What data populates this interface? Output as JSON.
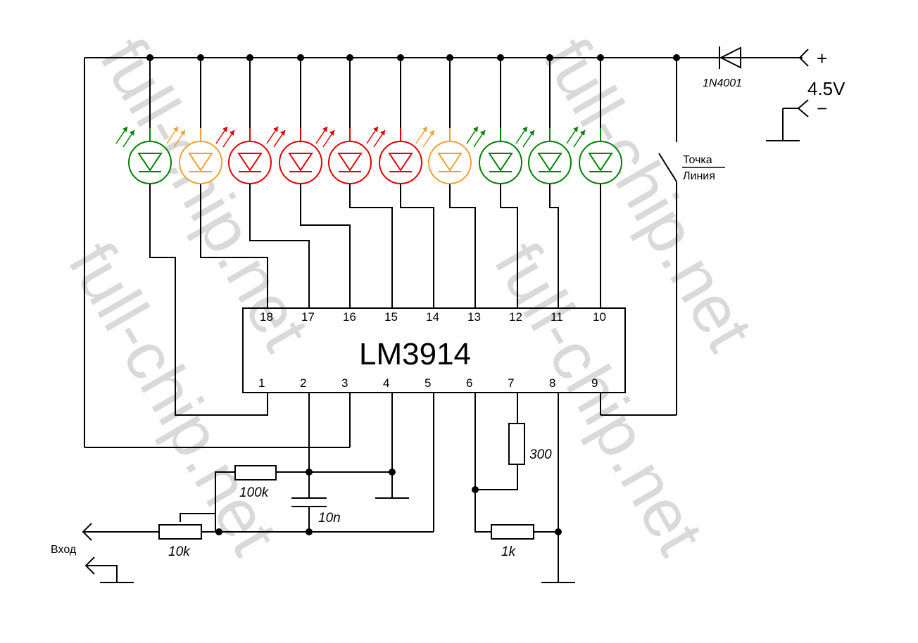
{
  "watermark": "full-chip.net",
  "ic": {
    "name": "LM3914",
    "pins_top": [
      "18",
      "17",
      "16",
      "15",
      "14",
      "13",
      "12",
      "11",
      "10"
    ],
    "pins_bottom": [
      "1",
      "2",
      "3",
      "4",
      "5",
      "6",
      "7",
      "8",
      "9"
    ]
  },
  "leds": [
    {
      "color": "#008000"
    },
    {
      "color": "#f0a030"
    },
    {
      "color": "#e00000"
    },
    {
      "color": "#e00000"
    },
    {
      "color": "#e00000"
    },
    {
      "color": "#e00000"
    },
    {
      "color": "#f0a030"
    },
    {
      "color": "#008000"
    },
    {
      "color": "#008000"
    },
    {
      "color": "#008000"
    }
  ],
  "labels": {
    "diode": "1N4001",
    "plus": "+",
    "minus": "−",
    "voltage": "4.5V",
    "switch_top": "Точка",
    "switch_bottom": "Линия",
    "r_300": "300",
    "r_100k": "100k",
    "cap_10n": "10n",
    "r_10k": "10k",
    "r_1k": "1k",
    "input": "Вход"
  }
}
